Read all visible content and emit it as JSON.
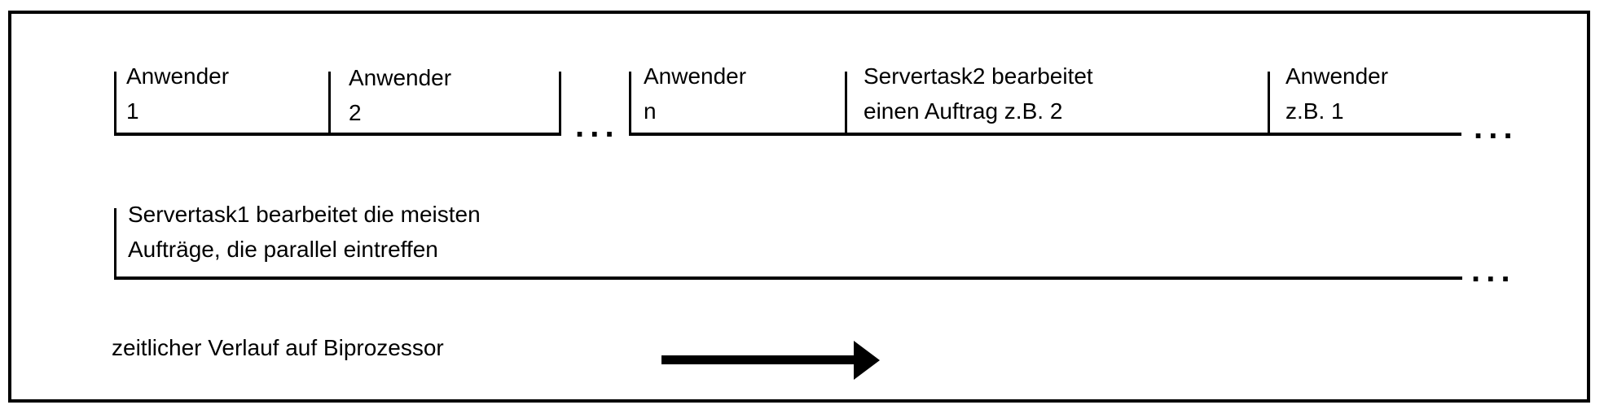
{
  "figure": {
    "caption": "zeitlicher Verlauf auf Biprozessor",
    "processor_track_1": {
      "segments_group_a": [
        {
          "line1": "Anwender",
          "line2": "1"
        },
        {
          "line1": "Anwender",
          "line2": "2"
        }
      ],
      "ellipsis_a": ". . .",
      "segments_group_b": [
        {
          "line1": "Anwender",
          "line2": "n"
        },
        {
          "line1": "Servertask2 bearbeitet",
          "line2": "einen Auftrag z.B. 2"
        },
        {
          "line1": "Anwender",
          "line2": "z.B. 1"
        }
      ],
      "ellipsis_b": ". . ."
    },
    "processor_track_2": {
      "label_line1": "Servertask1 bearbeitet die meisten",
      "label_line2": "Aufträge, die parallel eintreffen",
      "ellipsis": ". . ."
    },
    "colors": {
      "line": "#000000",
      "text": "#000000",
      "background": "#ffffff"
    }
  }
}
